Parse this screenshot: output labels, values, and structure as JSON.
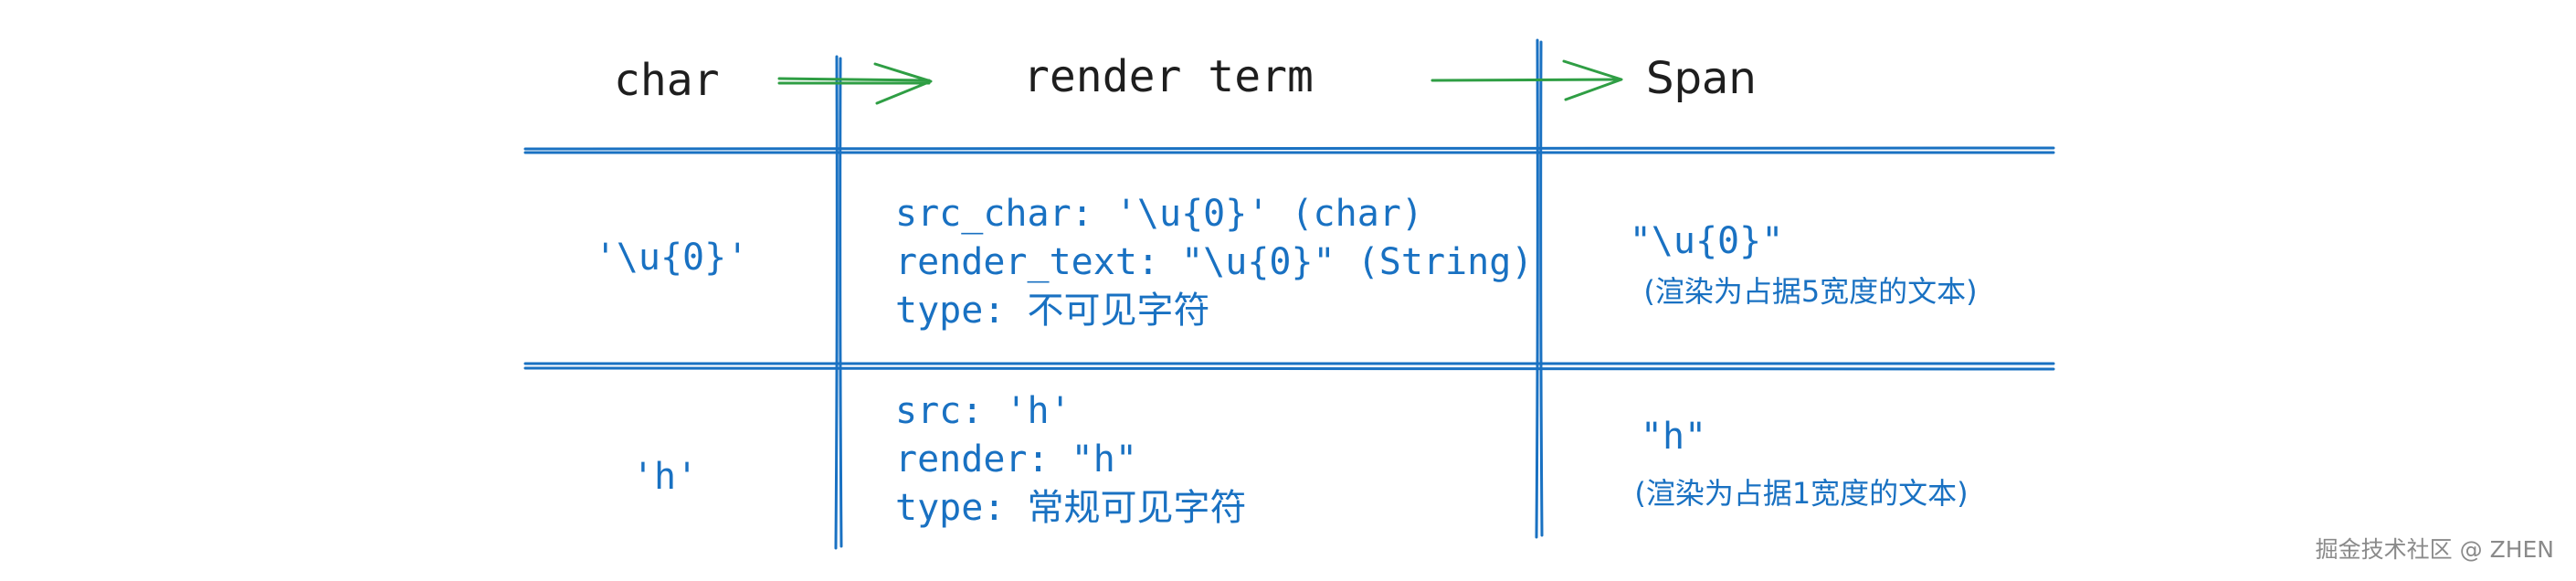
{
  "headers": {
    "char": "char",
    "render_term": "render term",
    "span": "Span"
  },
  "rows": [
    {
      "char": "'\\u{0}'",
      "render_term": [
        "src_char: '\\u{0}' (char)",
        "render_text: \"\\u{0}\" (String)",
        "type: 不可见字符"
      ],
      "span_value": "\"\\u{0}\"",
      "span_note": "(渲染为占据5宽度的文本)"
    },
    {
      "char": "'h'",
      "render_term": [
        "src: 'h'",
        "render: \"h\"",
        "type: 常规可见字符"
      ],
      "span_value": "\"h\"",
      "span_note": "(渲染为占据1宽度的文本)"
    }
  ],
  "watermark": "掘金技术社区 @ ZHEN",
  "colors": {
    "grid": "#1971c2",
    "arrow": "#2f9e44",
    "header_text": "#1e1e1e",
    "cell_text": "#1971c2"
  }
}
